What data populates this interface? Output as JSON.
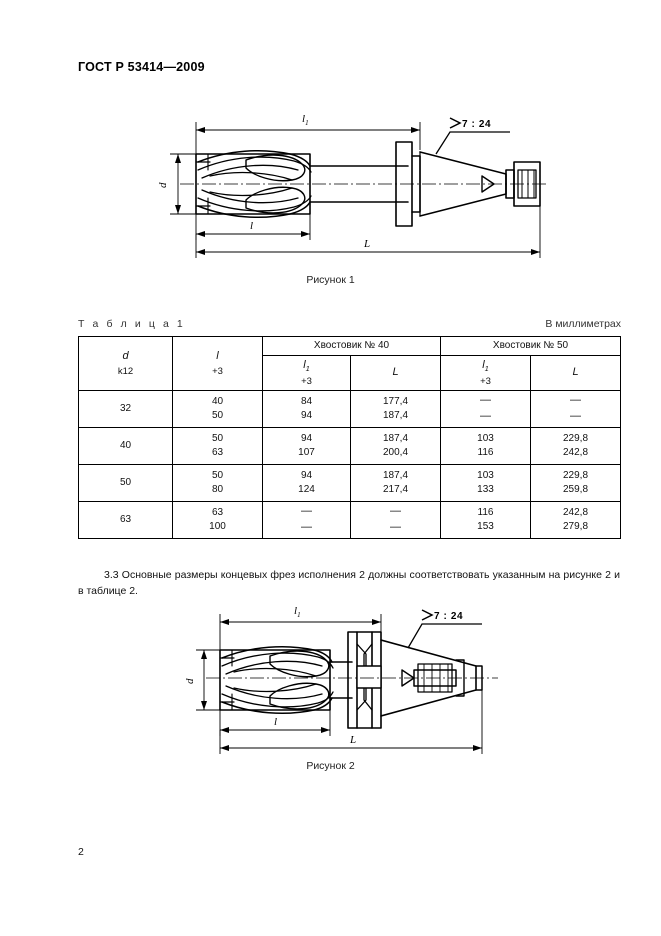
{
  "document": {
    "standard_header": "ГОСТ Р 53414—2009",
    "page_number": "2"
  },
  "figure_1": {
    "caption": "Рисунок 1",
    "dimensions": {
      "length_total": "L",
      "length_to_flange": "l",
      "length_overall_head": "l",
      "length_overall_head_sub": "1",
      "diameter": "d"
    },
    "taper_label": "7 : 24"
  },
  "figure_2": {
    "caption": "Рисунок 2",
    "dimensions": {
      "length_total": "L",
      "length_to_flange": "l",
      "length_overall_head": "l",
      "length_overall_head_sub": "1",
      "diameter": "d"
    },
    "taper_label": "7 : 24"
  },
  "table_1": {
    "title": "Т а б л и ц а 1",
    "units": "В миллиметрах",
    "headers": {
      "d": {
        "symbol": "d",
        "tolerance": "k12"
      },
      "l": {
        "symbol": "l",
        "tolerance": "+3"
      },
      "shank_40": "Хвостовик № 40",
      "shank_50": "Хвостовик № 50",
      "l1": {
        "symbol": "l",
        "sub": "1",
        "tolerance": "+3"
      },
      "L": "L"
    },
    "rows": [
      {
        "d": "32",
        "l": [
          "40",
          "50"
        ],
        "shank40_l1": [
          "84",
          "94"
        ],
        "shank40_L": [
          "177,4",
          "187,4"
        ],
        "shank50_l1": [
          "—",
          "—"
        ],
        "shank50_L": [
          "—",
          "—"
        ]
      },
      {
        "d": "40",
        "l": [
          "50",
          "63"
        ],
        "shank40_l1": [
          "94",
          "107"
        ],
        "shank40_L": [
          "187,4",
          "200,4"
        ],
        "shank50_l1": [
          "103",
          "116"
        ],
        "shank50_L": [
          "229,8",
          "242,8"
        ]
      },
      {
        "d": "50",
        "l": [
          "50",
          "80"
        ],
        "shank40_l1": [
          "94",
          "124"
        ],
        "shank40_L": [
          "187,4",
          "217,4"
        ],
        "shank50_l1": [
          "103",
          "133"
        ],
        "shank50_L": [
          "229,8",
          "259,8"
        ]
      },
      {
        "d": "63",
        "l": [
          "63",
          "100"
        ],
        "shank40_l1": [
          "—",
          "—"
        ],
        "shank40_L": [
          "—",
          "—"
        ],
        "shank50_l1": [
          "116",
          "153"
        ],
        "shank50_L": [
          "242,8",
          "279,8"
        ]
      }
    ]
  },
  "paragraph_3_3": {
    "number": "3.3",
    "text": "Основные размеры концевых фрез исполнения 2 должны соответствовать указанным на рисунке 2 и в таблице 2."
  }
}
